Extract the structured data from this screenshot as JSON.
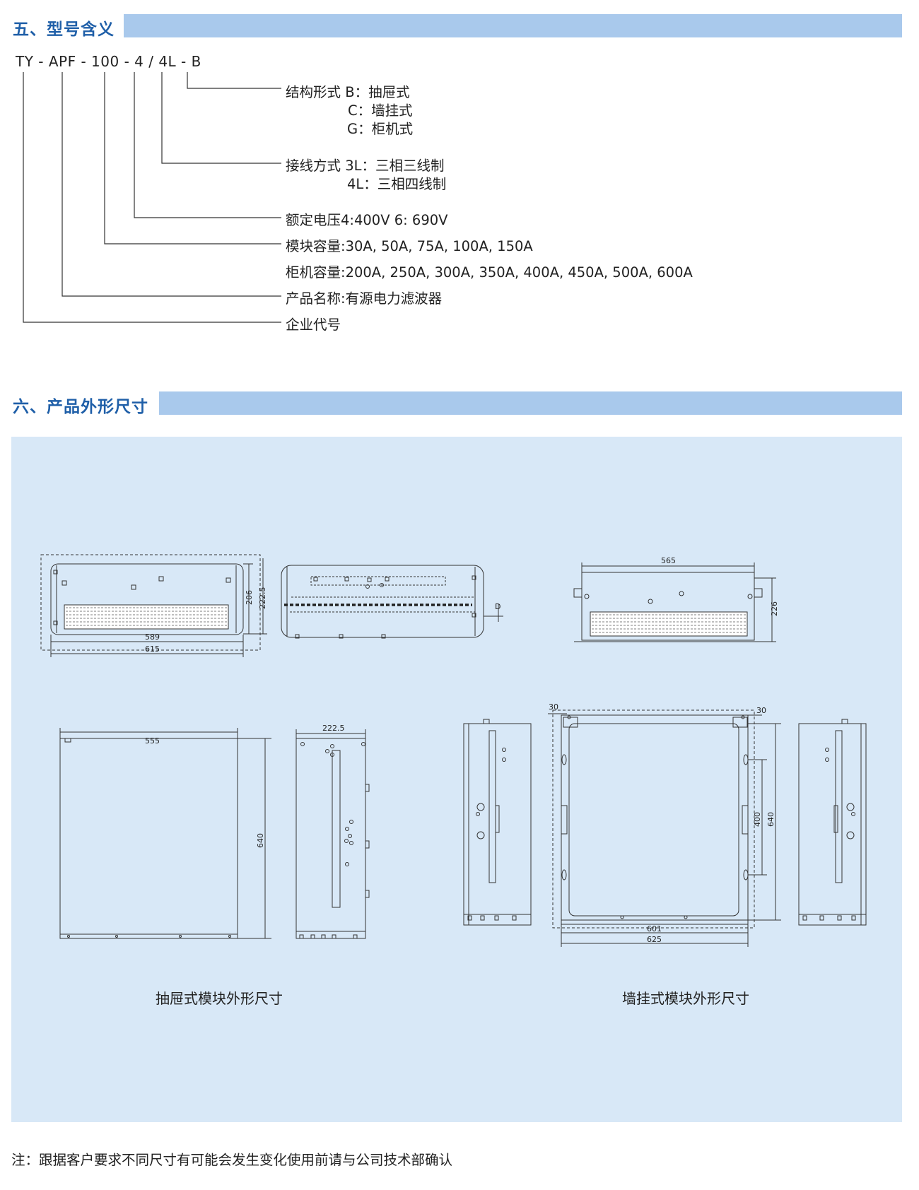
{
  "section5": {
    "title": "五、型号含义",
    "code": "TY - APF - 100 - 4 / 4L - B",
    "structure": {
      "label": "结构形式 B：抽屉式",
      "c": "C：墙挂式",
      "g": "G：柜机式"
    },
    "wiring": {
      "label": "接线方式 3L：三相三线制",
      "l4": "4L：三相四线制"
    },
    "voltage": "额定电压4:400V 6: 690V",
    "module_capacity": "模块容量:30A, 50A, 75A, 100A, 150A",
    "cabinet_capacity": "柜机容量:200A, 250A, 300A, 350A, 400A, 450A, 500A, 600A",
    "product_name": "产品名称:有源电力滤波器",
    "company_code": "企业代号"
  },
  "section6": {
    "title": "六、产品外形尺寸",
    "drawer_caption": "抽屉式模块外形尺寸",
    "wall_caption": "墙挂式模块外形尺寸",
    "dims": {
      "d589": "589",
      "d615": "615",
      "d206": "206",
      "d222_5a": "222.5",
      "dD": "D",
      "d565": "565",
      "d226": "226",
      "d555": "555",
      "d640a": "640",
      "d222_5b": "222.5",
      "d30a": "30",
      "d30b": "30",
      "d400": "400",
      "d640b": "640",
      "d601": "601",
      "d625": "625"
    }
  },
  "note": "注：跟据客户要求不同尺寸有可能会发生变化使用前请与公司技术部确认"
}
